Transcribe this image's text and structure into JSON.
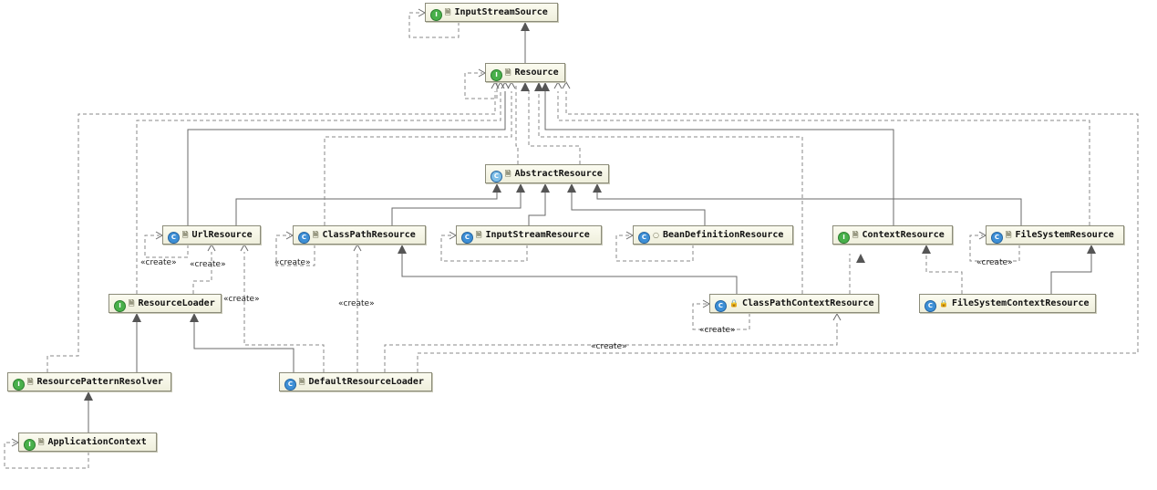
{
  "diagram": {
    "nodes": [
      {
        "id": "InputStreamSource",
        "label": "InputStreamSource",
        "kind": "I",
        "kind_class": "interface",
        "modifier": "🗎"
      },
      {
        "id": "Resource",
        "label": "Resource",
        "kind": "I",
        "kind_class": "interface",
        "modifier": "🗎"
      },
      {
        "id": "AbstractResource",
        "label": "AbstractResource",
        "kind": "C",
        "kind_class": "abstract",
        "modifier": "🗎"
      },
      {
        "id": "UrlResource",
        "label": "UrlResource",
        "kind": "C",
        "kind_class": "class",
        "modifier": "🗎"
      },
      {
        "id": "ClassPathResource",
        "label": "ClassPathResource",
        "kind": "C",
        "kind_class": "class",
        "modifier": "🗎"
      },
      {
        "id": "InputStreamResource",
        "label": "InputStreamResource",
        "kind": "C",
        "kind_class": "class",
        "modifier": "🗎"
      },
      {
        "id": "BeanDefinitionResource",
        "label": "BeanDefinitionResource",
        "kind": "C",
        "kind_class": "class",
        "modifier": "○"
      },
      {
        "id": "ContextResource",
        "label": "ContextResource",
        "kind": "I",
        "kind_class": "interface",
        "modifier": "🗎"
      },
      {
        "id": "FileSystemResource",
        "label": "FileSystemResource",
        "kind": "C",
        "kind_class": "class",
        "modifier": "🗎"
      },
      {
        "id": "ResourceLoader",
        "label": "ResourceLoader",
        "kind": "I",
        "kind_class": "interface",
        "modifier": "🗎"
      },
      {
        "id": "ClassPathContextResource",
        "label": "ClassPathContextResource",
        "kind": "C",
        "kind_class": "class",
        "modifier": "🔒"
      },
      {
        "id": "FileSystemContextResource",
        "label": "FileSystemContextResource",
        "kind": "C",
        "kind_class": "class",
        "modifier": "🔒"
      },
      {
        "id": "ResourcePatternResolver",
        "label": "ResourcePatternResolver",
        "kind": "I",
        "kind_class": "interface",
        "modifier": "🗎"
      },
      {
        "id": "DefaultResourceLoader",
        "label": "DefaultResourceLoader",
        "kind": "C",
        "kind_class": "class",
        "modifier": "🗎"
      },
      {
        "id": "ApplicationContext",
        "label": "ApplicationContext",
        "kind": "I",
        "kind_class": "interface",
        "modifier": "🗎"
      }
    ],
    "edge_labels": [
      {
        "id": "create-url-self",
        "text": "«create»"
      },
      {
        "id": "create-url-loader",
        "text": "«create»"
      },
      {
        "id": "create-loader",
        "text": "«create»"
      },
      {
        "id": "create-classpath-self",
        "text": "«create»"
      },
      {
        "id": "create-classpath-default",
        "text": "«create»"
      },
      {
        "id": "create-filesystem-self",
        "text": "«create»"
      },
      {
        "id": "create-cpcr-self",
        "text": "«create»"
      },
      {
        "id": "create-default-cpcr",
        "text": "«create»"
      }
    ],
    "colors": {
      "line": "#6a6a6a",
      "dashed": "#8a8a8a",
      "arrow_fill": "#555555"
    }
  }
}
